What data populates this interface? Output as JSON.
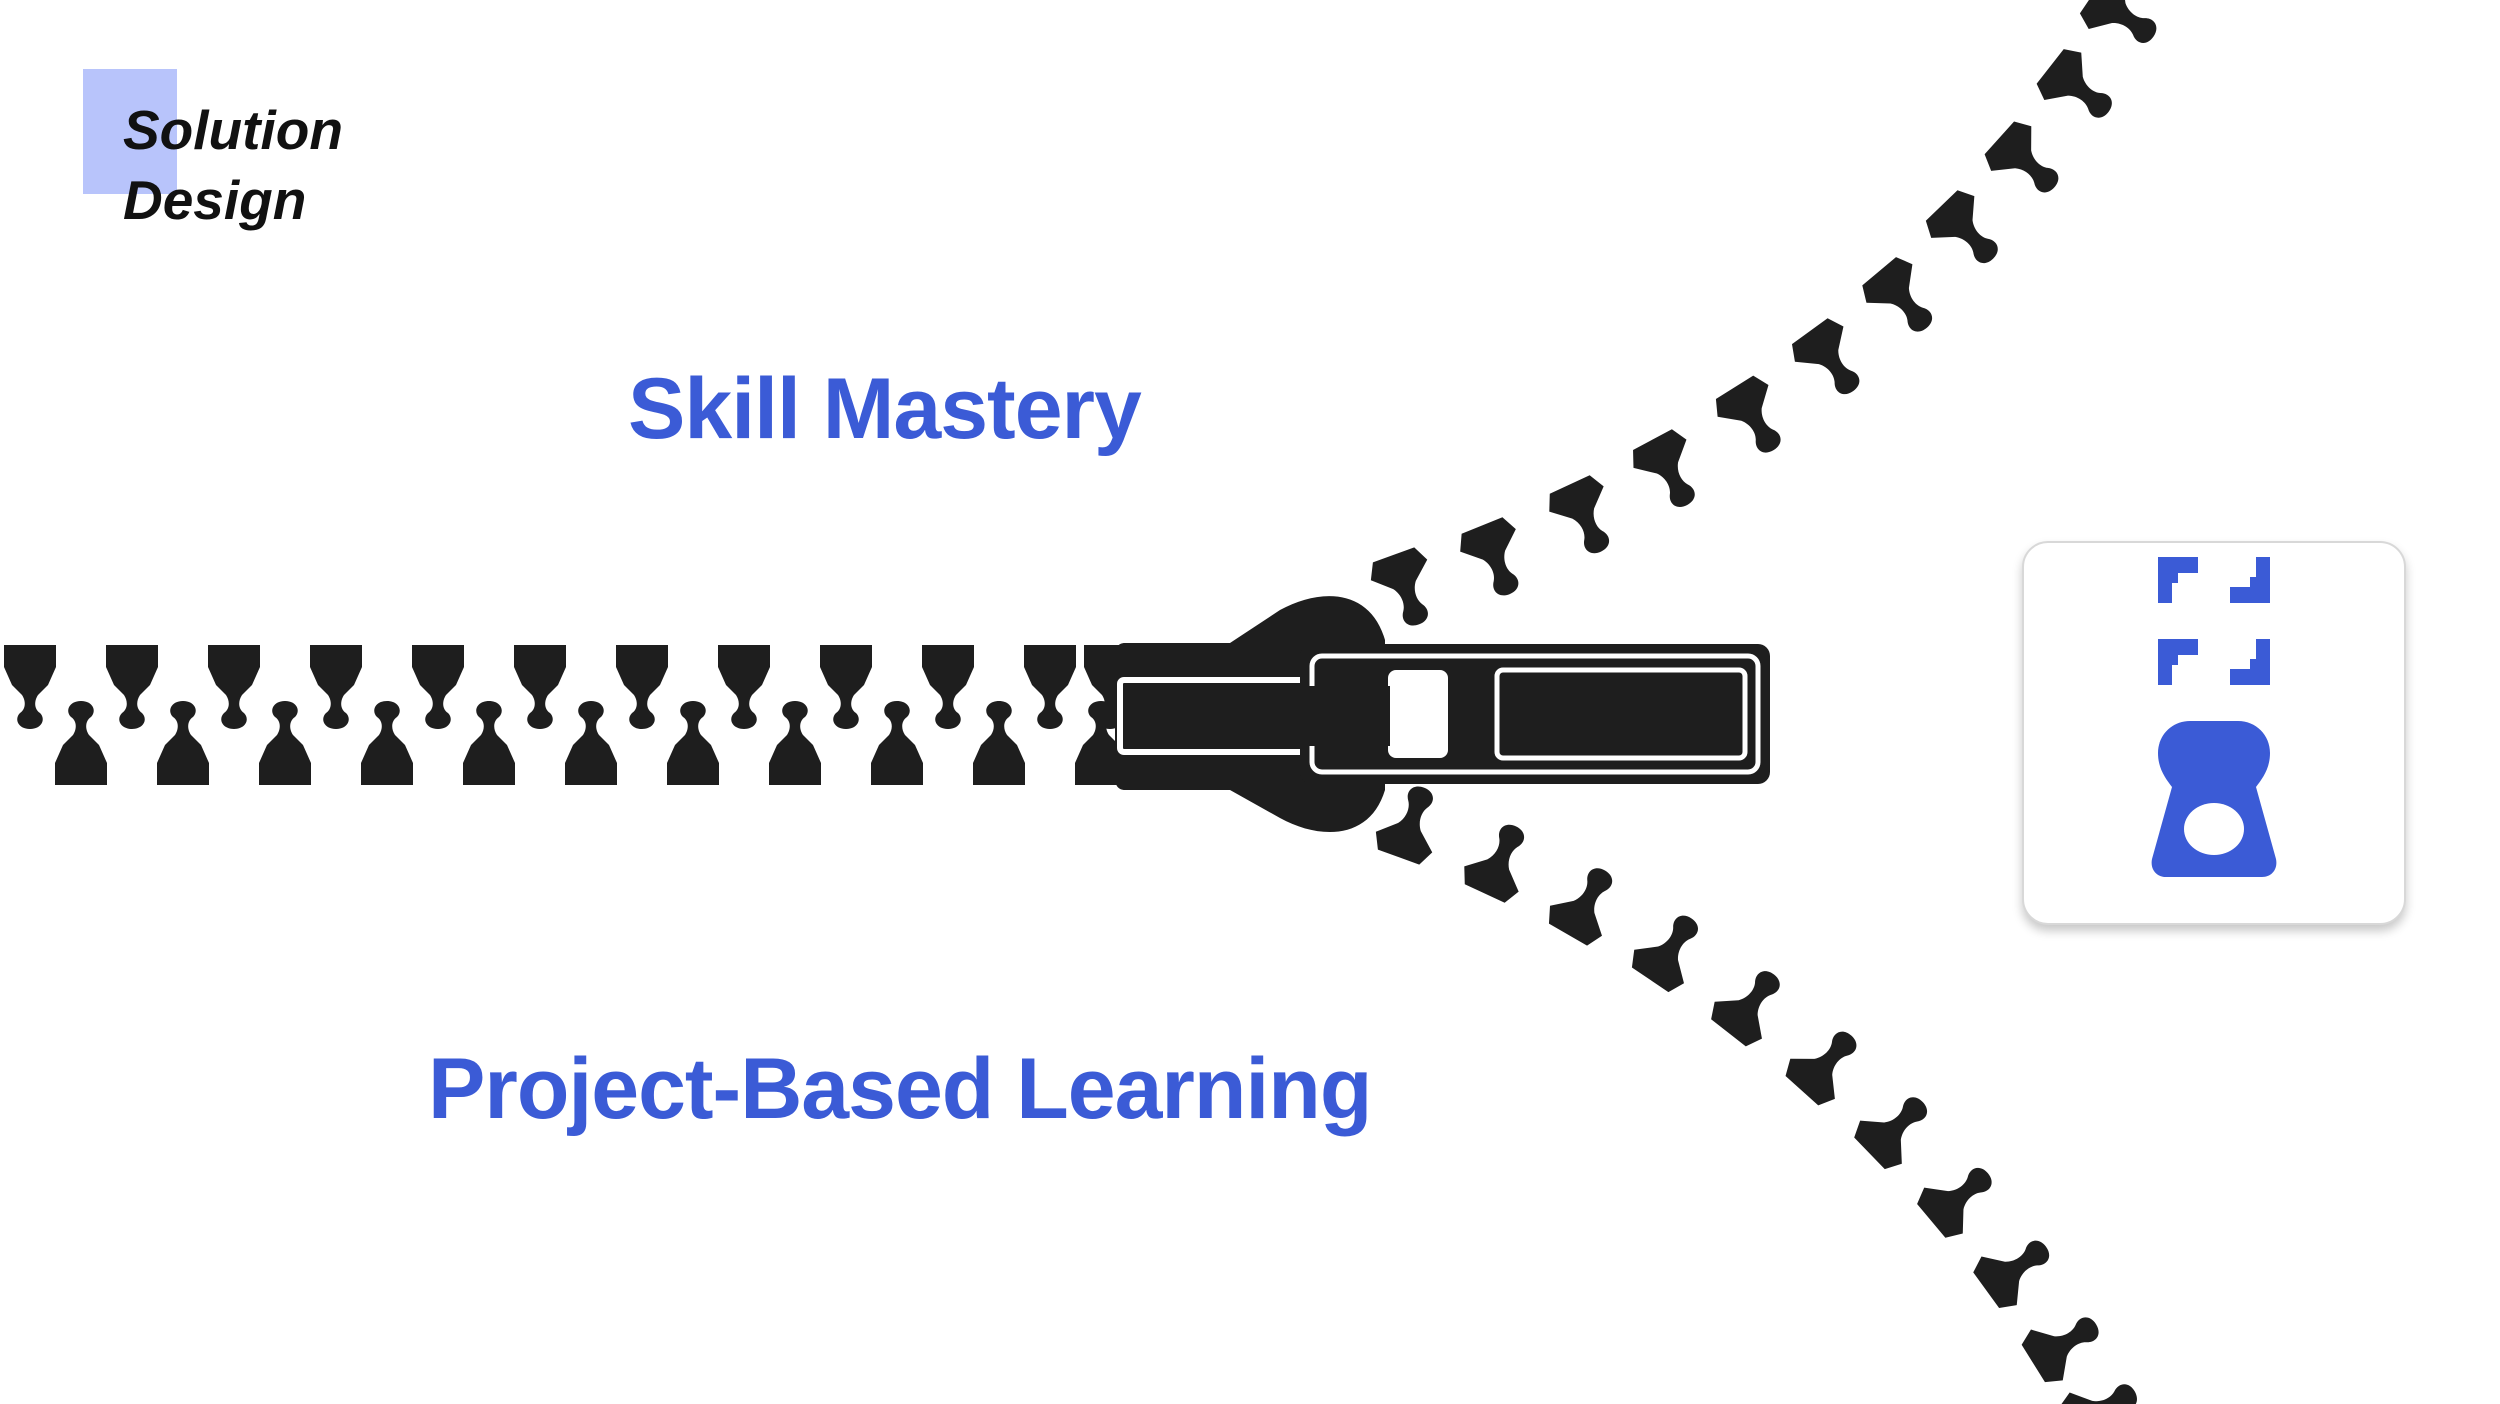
{
  "slide": {
    "section_label": "Solution\nDesign",
    "upper_label": "Skill Mastery",
    "lower_label": "Project-Based Learning"
  },
  "colors": {
    "accent": "#3b5bd6",
    "tag_square": "#b8c4fb",
    "zipper": "#1e1e1e",
    "background": "#ffffff"
  },
  "icons": {
    "illustration": "zipper-illustration",
    "card_icon": "zipper-icon"
  }
}
